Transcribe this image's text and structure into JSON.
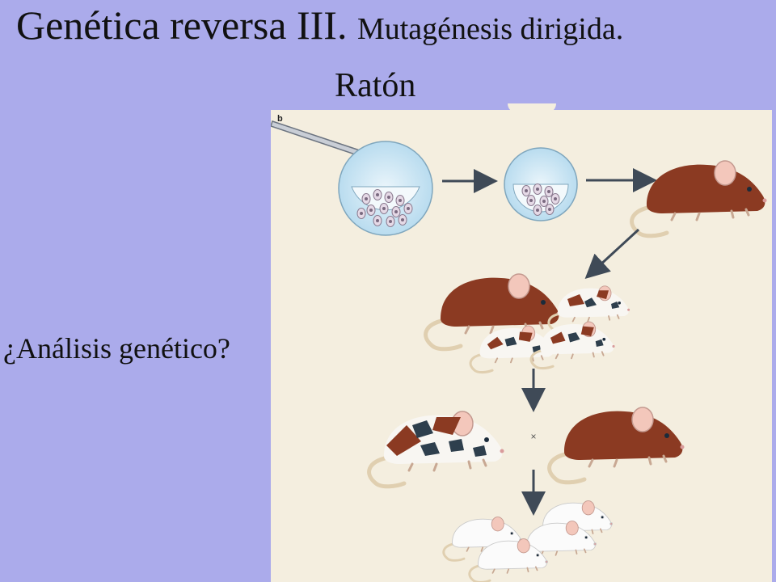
{
  "header": {
    "title": "Genética reversa III.",
    "title_sub": "Mutagénesis dirigida.",
    "subtitle": "Ratón"
  },
  "sidebar": {
    "question": "¿Análisis genético?"
  },
  "figure": {
    "panel_label": "b",
    "cross_symbol": "×"
  },
  "colors": {
    "background": "#ababeb",
    "panel": "#f4eedf",
    "brown_mouse": "#8b3a22",
    "arrow": "#3f4a57"
  }
}
